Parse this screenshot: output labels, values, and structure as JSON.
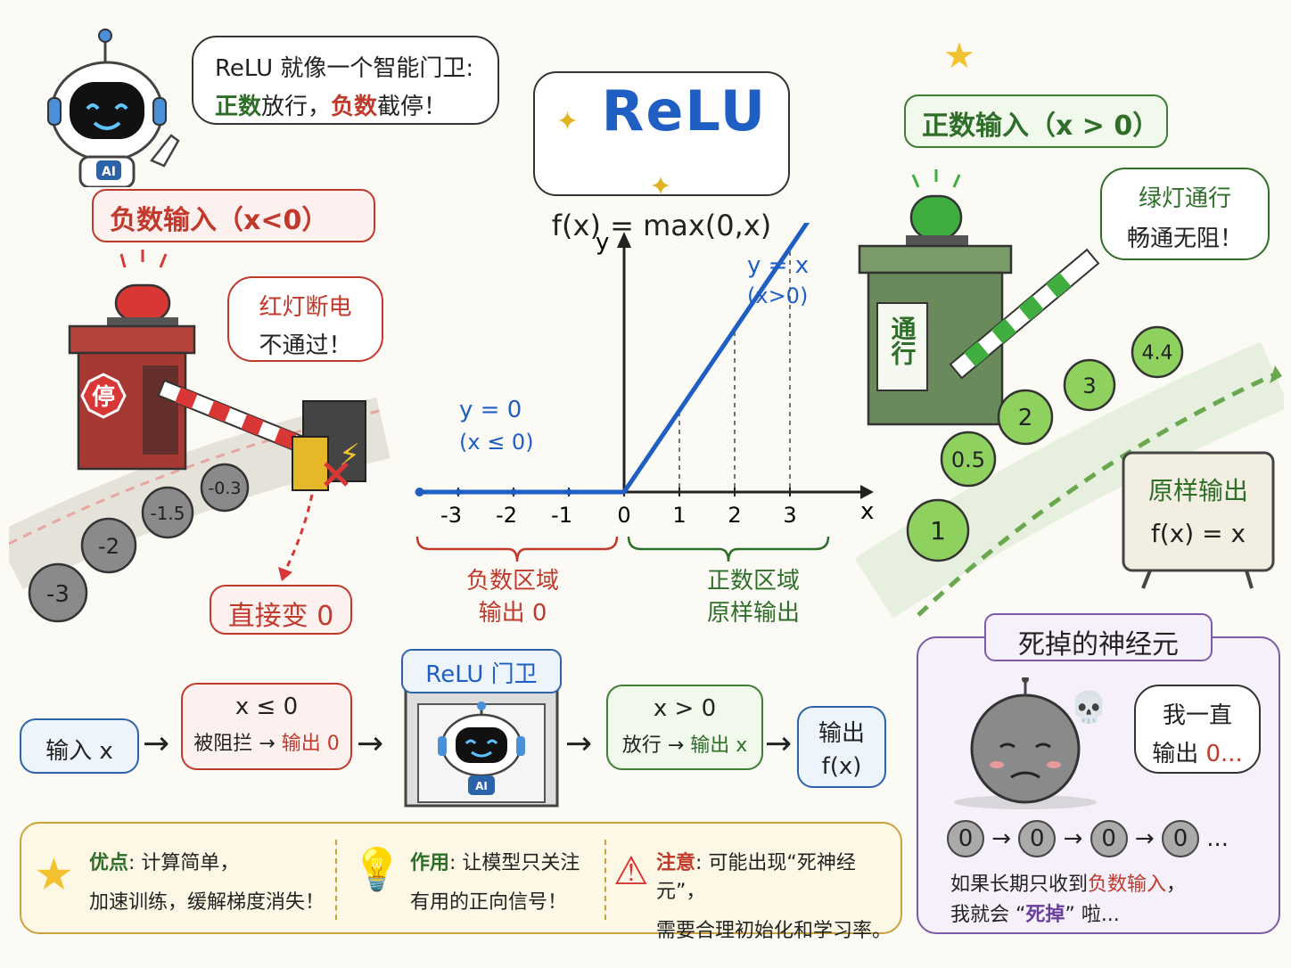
{
  "title": {
    "name": "ReLU",
    "formula": "f(x) = max(0,x)"
  },
  "robot_speech": {
    "line1": "ReLU 就像一个智能门卫:",
    "line2_pos": "正数",
    "line2_mid": "放行，",
    "line2_neg": "负数",
    "line2_end": "截停！"
  },
  "negative_panel": {
    "heading": "负数输入（x<0）",
    "bubble_line1": "红灯断电",
    "bubble_line2": "不通过！",
    "stop_sign": "停",
    "result_label": "直接变 0",
    "balls": [
      "-3",
      "-2",
      "-1.5",
      "-0.3"
    ]
  },
  "positive_panel": {
    "heading": "正数输入（x > 0）",
    "bubble_line1": "绿灯通行",
    "bubble_line2": "畅通无阻！",
    "booth_sign": "通行",
    "sign_line1": "原样输出",
    "sign_line2": "f(x) = x",
    "balls": [
      "1",
      "0.5",
      "2",
      "3",
      "4.4"
    ]
  },
  "chart_labels": {
    "y_axis": "y",
    "x_axis": "x",
    "neg_eq": "y = 0",
    "neg_cond": "(x ≤ 0)",
    "pos_eq": "y = x",
    "pos_cond": "(x>0)",
    "neg_region_line1": "负数区域",
    "neg_region_line2": "输出 0",
    "pos_region_line1": "正数区域",
    "pos_region_line2": "原样输出"
  },
  "chart_data": {
    "type": "line",
    "x": [
      -3,
      -2,
      -1,
      0,
      1,
      2,
      3
    ],
    "series": [
      {
        "values": [
          0,
          0,
          0,
          0,
          1,
          2,
          3
        ]
      }
    ],
    "x_tick_labels": [
      "-3",
      "-2",
      "-1",
      "0",
      "1",
      "2",
      "3"
    ],
    "xlim": [
      -3.5,
      4.2
    ],
    "ylim": [
      0,
      4.5
    ],
    "grid": false
  },
  "flow": {
    "input": "输入 x",
    "neg_cond": "x ≤ 0",
    "neg_result_a": "被阻拦 → ",
    "neg_result_b": "输出 0",
    "gate_title": "ReLU 门卫",
    "pos_cond": "x > 0",
    "pos_result_a": "放行 → ",
    "pos_result_b": "输出 x",
    "output_line1": "输出",
    "output_line2": "f(x)"
  },
  "notes": {
    "adv_label": "优点",
    "adv_text1": ": 计算简单，",
    "adv_text2": "加速训练，缓解梯度消失！",
    "use_label": "作用",
    "use_text1": ": 让模型只关注",
    "use_text2": "有用的正向信号！",
    "warn_label": "注意",
    "warn_text1": ": 可能出现“死神经元”，",
    "warn_text2": "需要合理初始化和学习率。"
  },
  "dead_neuron": {
    "heading": "死掉的神经元",
    "bubble_line1": "我一直",
    "bubble_line2a": "输出 ",
    "bubble_line2b": "0...",
    "chain": [
      "0",
      "0",
      "0",
      "0"
    ],
    "ellipsis": "...",
    "text1a": "如果长期只收到",
    "text1b": "负数输入",
    "text1c": "，",
    "text2a": "我就会 “",
    "text2b": "死掉",
    "text2c": "” 啦..."
  },
  "robot_badge": "AI",
  "colors": {
    "blue": "#1f5fc4",
    "red": "#c0392b",
    "green": "#2e6e28",
    "purple": "#6a3fa0"
  }
}
